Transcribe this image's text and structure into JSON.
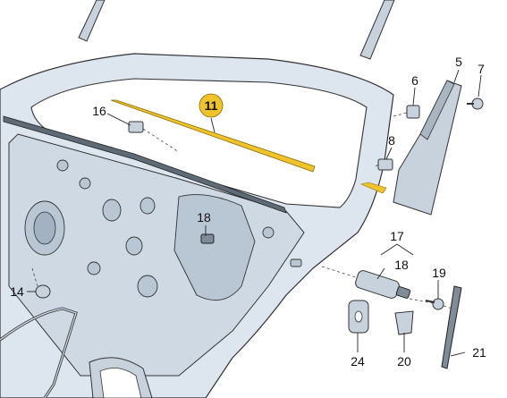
{
  "highlight_color": "#f0c32a",
  "labels": {
    "p5": "5",
    "p6": "6",
    "p7": "7",
    "p8": "8",
    "p11": "11",
    "p14": "14",
    "p16": "16",
    "p17": "17",
    "p18a": "18",
    "p18b": "18",
    "p19": "19",
    "p20": "20",
    "p21": "21",
    "p24": "24"
  }
}
